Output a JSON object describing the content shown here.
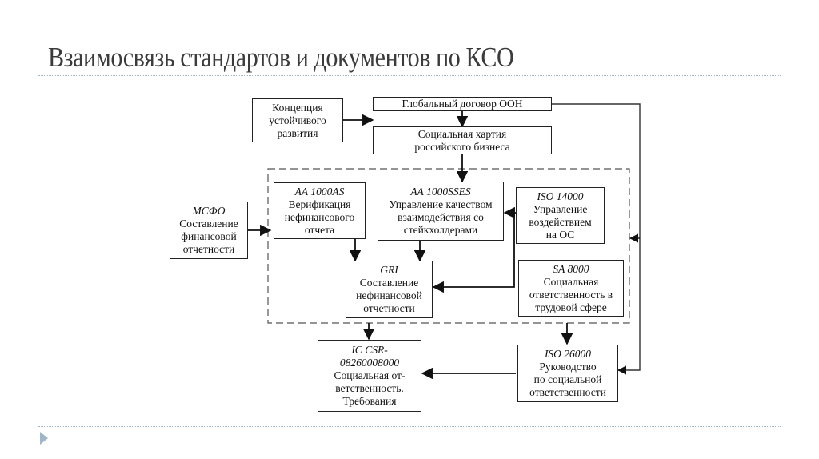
{
  "slide": {
    "title": "Взаимосвязь стандартов и документов по КСО"
  },
  "diagram": {
    "nodes": {
      "concept": {
        "lines": [
          "Концепция",
          "устойчивого",
          "развития"
        ]
      },
      "un_global": {
        "lines": [
          "Глобальный договор ООН"
        ]
      },
      "social_charter": {
        "lines": [
          "Социальная хартия",
          "российского бизнеса"
        ]
      },
      "msfo": {
        "code": "МСФО",
        "lines": [
          "Составление",
          "финансовой",
          "отчетности"
        ]
      },
      "aa1000as": {
        "code": "АА 1000AS",
        "lines": [
          "Верификация",
          "нефинансового",
          "отчета"
        ]
      },
      "aa1000sses": {
        "code": "АА 1000SSES",
        "lines": [
          "Управление качеством",
          "взаимодействия со",
          "стейкхолдерами"
        ]
      },
      "iso14000": {
        "code": "ISO 14000",
        "lines": [
          "Управление",
          "воздействием",
          "на ОС"
        ]
      },
      "gri": {
        "code": "GRI",
        "lines": [
          "Составление",
          "нефинансовой",
          "отчетности"
        ]
      },
      "sa8000": {
        "code": "SA 8000",
        "lines": [
          "Социальная",
          "ответственность в",
          "трудовой сфере"
        ]
      },
      "ic_csr": {
        "code": "IC CSR-",
        "code2": "08260008000",
        "lines": [
          "Социальная от-",
          "ветственность.",
          "Требования"
        ]
      },
      "iso26000": {
        "code": "ISO 26000",
        "lines": [
          "Руководство",
          "по социальной",
          "ответственности"
        ]
      }
    },
    "edges": [
      {
        "from": "concept",
        "to": "social_charter"
      },
      {
        "from": "un_global",
        "to": "social_charter"
      },
      {
        "from": "social_charter",
        "to": "aa1000sses"
      },
      {
        "from": "un_global",
        "to": "dashed_group"
      },
      {
        "from": "un_global",
        "to": "iso26000"
      },
      {
        "from": "msfo",
        "to": "aa1000as"
      },
      {
        "from": "aa1000as",
        "to": "gri"
      },
      {
        "from": "aa1000sses",
        "to": "gri"
      },
      {
        "from": "iso14000",
        "to": "aa1000sses"
      },
      {
        "from": "iso14000",
        "to": "gri"
      },
      {
        "from": "dashed_group",
        "to": "ic_csr"
      },
      {
        "from": "dashed_group",
        "to": "iso26000"
      },
      {
        "from": "iso26000",
        "to": "ic_csr"
      }
    ]
  }
}
